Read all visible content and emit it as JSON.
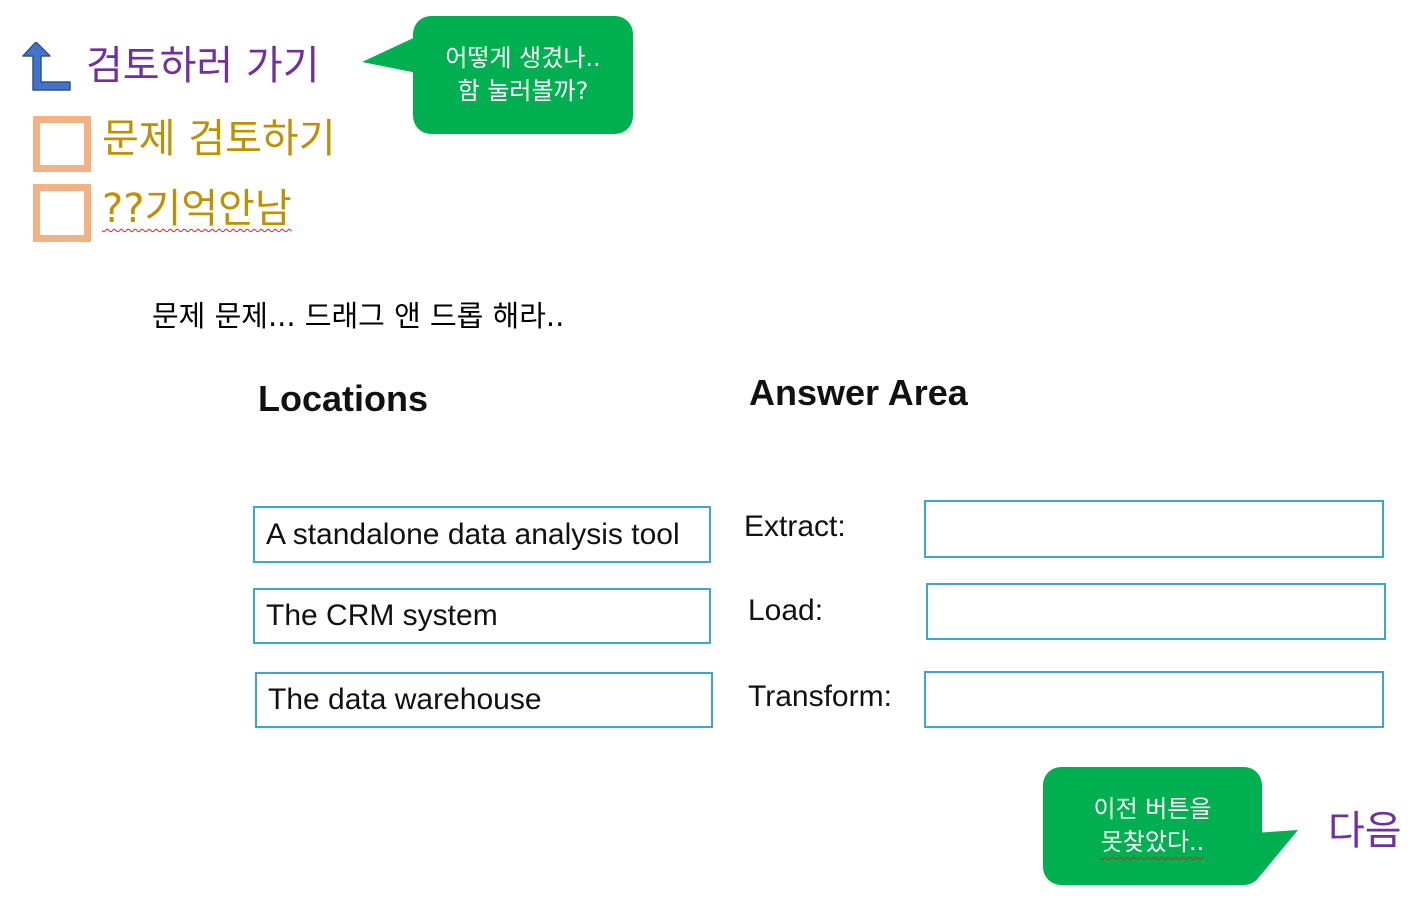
{
  "nav": {
    "back_label": "검토하러 가기",
    "next_label": "다음"
  },
  "review": {
    "items": [
      {
        "label": "문제 검토하기"
      },
      {
        "label": "??기억안남"
      }
    ]
  },
  "bubbles": {
    "top": [
      "어떻게 생겼나..",
      "함 눌러볼까?"
    ],
    "bottom": [
      "이전 버튼을",
      "못찾았다.."
    ]
  },
  "question": {
    "prompt": "문제 문제... 드래그 앤 드롭 해라..",
    "locations_heading": "Locations",
    "answer_heading": "Answer Area",
    "locations": [
      "A standalone data analysis tool",
      "The CRM system",
      "The data warehouse"
    ],
    "answer_labels": [
      "Extract:",
      "Load:",
      "Transform:"
    ]
  },
  "colors": {
    "nav_text": "#7030a0",
    "review_text": "#bf9000",
    "checkbox_border": "#f4b183",
    "bubble_fill": "#00b050",
    "box_border": "#3aa7d1",
    "back_arrow": "#4472c4"
  },
  "icons": {
    "back": "up-turn-arrow-icon"
  }
}
